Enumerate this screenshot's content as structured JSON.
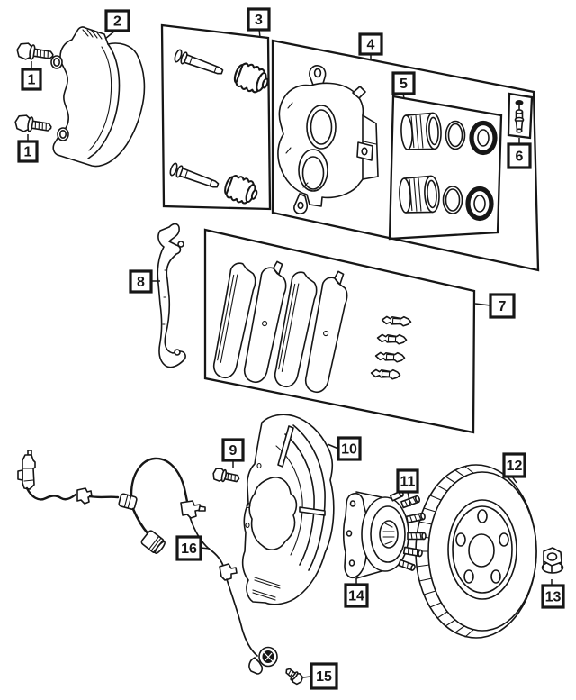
{
  "colors": {
    "ink": "#161616",
    "paper": "#ffffff"
  },
  "callouts": {
    "c1a": {
      "label": "1"
    },
    "c1b": {
      "label": "1"
    },
    "c2": {
      "label": "2"
    },
    "c3": {
      "label": "3"
    },
    "c4": {
      "label": "4"
    },
    "c5": {
      "label": "5"
    },
    "c6": {
      "label": "6"
    },
    "c7": {
      "label": "7"
    },
    "c8": {
      "label": "8"
    },
    "c9": {
      "label": "9"
    },
    "c10": {
      "label": "10"
    },
    "c11": {
      "label": "11"
    },
    "c12": {
      "label": "12"
    },
    "c13": {
      "label": "13"
    },
    "c14": {
      "label": "14"
    },
    "c15": {
      "label": "15"
    },
    "c16": {
      "label": "16"
    }
  }
}
